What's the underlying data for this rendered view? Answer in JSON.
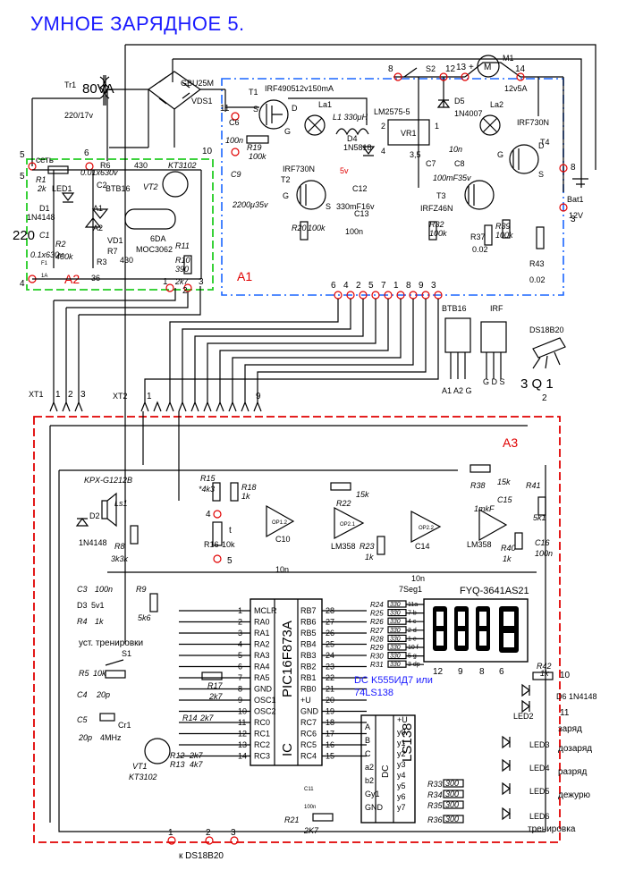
{
  "title": "УМНОЕ ЗАРЯДНОЕ 5.",
  "colors": {
    "a1_border": "#1a66ff",
    "a2_border": "#22cc22",
    "a3_border": "#e00000",
    "title": "#1a1aff"
  },
  "blocks": {
    "a1": "A1",
    "a2": "A2",
    "a3": "A3"
  },
  "power": {
    "tr1": "Tr1",
    "tr1_power": "80VA",
    "tr1_voltage": "220/17v",
    "bridge": "GBU25M",
    "vds1": "VDS1",
    "c6": "C6",
    "c6_val": "100n",
    "t1": "T1",
    "t1_type": "IRF4905",
    "la1": "La1",
    "la1_val": "12v150mA",
    "l1": "L1 330μH",
    "d4": "D4",
    "d4_type": "1N5818",
    "vr1": "VR1",
    "reg": "LM2575-5",
    "d5": "D5",
    "d5_type": "1N4007",
    "s2": "S2",
    "m1": "M1",
    "la2": "La2",
    "la2_val": "12v5A",
    "t4": "T4",
    "t4_type": "IRF730N",
    "r19": "R19",
    "r19_val": "100k",
    "c9": "C9",
    "c9_val": "2200μ35v",
    "t2_type": "IRF730N",
    "t2": "T2",
    "r20": "R20",
    "r20_val": "100k",
    "v5": "5v",
    "c12": "C12",
    "c12_val": "330mF16v",
    "c13": "C13",
    "c13_val": "100n",
    "c7": "C7",
    "c8": "C8",
    "c8_val": "10n",
    "c8b_val": "100mF35v",
    "t3": "T3",
    "t3_type": "IRFZ46N",
    "r32": "R32",
    "r32_val": "100k",
    "r37": "R37",
    "r37_val": "0.02",
    "r39": "R39",
    "r39_val": "100k",
    "r43": "R43",
    "r43_val": "0.02",
    "bat": "Bat1",
    "bat_val": "12V",
    "n8": "8",
    "n12": "12",
    "n13": "13",
    "n14": "14",
    "n11": "11",
    "n10": "10",
    "n3": "3",
    "n_8r": "8",
    "p_3_5": "3,5",
    "p1": "1",
    "p2": "2",
    "p4": "4",
    "plus": "+"
  },
  "a2": {
    "set": "сеть",
    "v220": "220",
    "r1": "R1",
    "r1_val": "2k",
    "led1": "LED1",
    "d1": "D1",
    "d1_type": "1N4148",
    "c1": "C1",
    "c1_val": "0.1x630v",
    "r2": "R2",
    "r2_val": "430k",
    "f1": "F1",
    "f1_val": "1A",
    "c2": "C2",
    "c2_val": "0.01x630v",
    "r6": "R6",
    "r6_val": "430",
    "vd1": "VD1",
    "vd1_type": "BTB16",
    "a1p": "A1",
    "a2p": "A2",
    "r3": "R3",
    "r3_val": "36",
    "r7": "R7",
    "r7_val": "430",
    "vt2": "VT2",
    "vt2_type": "KT3102",
    "opto": "6DA",
    "opto_type": "MOC3062",
    "r10": "R10",
    "r10_val": "390",
    "r11": "R11",
    "r11_val": "2k7",
    "n5": "5",
    "n5b": "5",
    "n6": "6",
    "n4": "4",
    "n1": "1",
    "n2": "2",
    "n3": "3"
  },
  "packages": {
    "btb": "BTB16",
    "btb_pins": "A1 A2  G",
    "irf": "IRF",
    "irf_pins": "G D S",
    "ds": "DS18B20",
    "ds_pins": "3   Q   1",
    "ds_pin2": "2"
  },
  "connectors": {
    "xt1": "XT1",
    "xt2": "XT2",
    "bus_a1": [
      "6",
      "4",
      "2",
      "5",
      "7",
      "1",
      "8",
      "9",
      "3"
    ],
    "xt1_pins": [
      "1",
      "2",
      "3"
    ],
    "xt2_pins": [
      "1",
      "9"
    ]
  },
  "a3": {
    "buzzer": "KPX-G1212B",
    "ls1": "Ls1",
    "d2": "D2",
    "d2_type": "1N4148",
    "r8": "R8",
    "r8_val": "3k3k",
    "r15": "R15",
    "r15_val": "*4k3",
    "r18": "R18",
    "r18_val": "1k",
    "r16": "R16",
    "r16_val": "10k",
    "t_sym": "t",
    "n4": "4",
    "n5": "5",
    "c10": "C10",
    "c10_val": "10n",
    "r22": "R22",
    "r22_val": "15k",
    "op12": "OP1.2",
    "lm1": "LM358",
    "r23": "R23",
    "r23_val": "1k",
    "c14": "C14",
    "c14_val": "10n",
    "op21": "OP2.1",
    "op22": "OP2.2",
    "r38": "R38",
    "c15": "C15",
    "c15_val": "1mkF",
    "r38_val": "15k",
    "r41": "R41",
    "r41_val": "5k1",
    "lm2": "LM358",
    "r40": "R40",
    "r40_val": "1k",
    "c16": "C16",
    "c16_val": "100n",
    "c3": "C3",
    "c3_val": "100n",
    "r9": "R9",
    "d3": "D3",
    "d3_val": "5v1",
    "r9_val": "5k6",
    "r4": "R4",
    "r4_val": "1k",
    "train": "уст. тренировки",
    "s1": "S1",
    "r5": "R5",
    "r5_val": "10k",
    "c4": "C4",
    "c4_val": "20p",
    "c5": "C5",
    "c5_val": "20p",
    "xtal": "4MHz",
    "cr1": "Cr1",
    "r17": "R17",
    "r17_val": "2k7",
    "r14": "R14",
    "r14_val": "2k7",
    "vt1": "VT1",
    "vt1_type": "KT3102",
    "r12": "R12",
    "r12_val": "2k7",
    "r13": "R13",
    "r13_val": "4k7",
    "c11": "C11",
    "c11_val": "100n",
    "r21": "R21",
    "r21_val": "2K7",
    "mcu": "PIC16F873A",
    "ic": "IC",
    "dc": "DC",
    "ls138": "LS138",
    "plus_u": "+U",
    "gnd": "GND",
    "mcu_left": [
      "MCLR",
      "RA0",
      "RA1",
      "RA2",
      "RA3",
      "RA4",
      "RA5",
      "GND",
      "OSC1",
      "OSC2",
      "RC0",
      "RC1",
      "RC2",
      "RC3"
    ],
    "mcu_left_pins": [
      "1",
      "2",
      "3",
      "4",
      "5",
      "6",
      "7",
      "8",
      "9",
      "10",
      "11",
      "12",
      "13",
      "14"
    ],
    "mcu_right": [
      "RB7",
      "RB6",
      "RB5",
      "RB4",
      "RB3",
      "RB2",
      "RB1",
      "RB0",
      "+U",
      "GND",
      "RC7",
      "RC6",
      "RC5",
      "RC4"
    ],
    "mcu_right_pins": [
      "28",
      "27",
      "26",
      "25",
      "24",
      "23",
      "22",
      "21",
      "20",
      "19",
      "18",
      "17",
      "16",
      "15"
    ],
    "seg_res": [
      "R24",
      "R25",
      "R26",
      "R27",
      "R28",
      "R29",
      "R30",
      "R31"
    ],
    "seg_res_val": "330",
    "seg_pins": [
      "11a",
      "7 b",
      "4 c",
      "2 d",
      "1 e",
      "10 f",
      "5 g",
      "3 dp"
    ],
    "seg_label": "7Seg1",
    "display": "FYQ-3641AS21",
    "dc_note": "DC K555ИД7 или",
    "dc_note2": "74LS138",
    "dig_pins": [
      "12",
      "9",
      "8",
      "6"
    ],
    "dc_pins_left": [
      "A",
      "B",
      "C",
      "a2",
      "b2",
      "Gy1",
      "GND"
    ],
    "dc_outs": [
      "y0",
      "y1",
      "y2",
      "y3",
      "y4",
      "y5",
      "y6",
      "y7"
    ],
    "r33": "R33",
    "r34": "R34",
    "r35": "R35",
    "r36": "R36",
    "led_r_val": "300",
    "r42": "R42",
    "r42_val": "1k",
    "d6": "D6 1N4148",
    "led2": "LED2",
    "n10": "10",
    "n11": "11",
    "led3": "LED3",
    "led4": "LED4",
    "led5": "LED5",
    "led6": "LED6",
    "zaryad": "заряд",
    "dozaryad": "дозаряд",
    "razryad": "разряд",
    "dezhuryu": "дежурю",
    "trenirovka": "тренировка",
    "ds_note": "к DS18B20",
    "ds_nodes": [
      "1",
      "2",
      "3"
    ]
  }
}
